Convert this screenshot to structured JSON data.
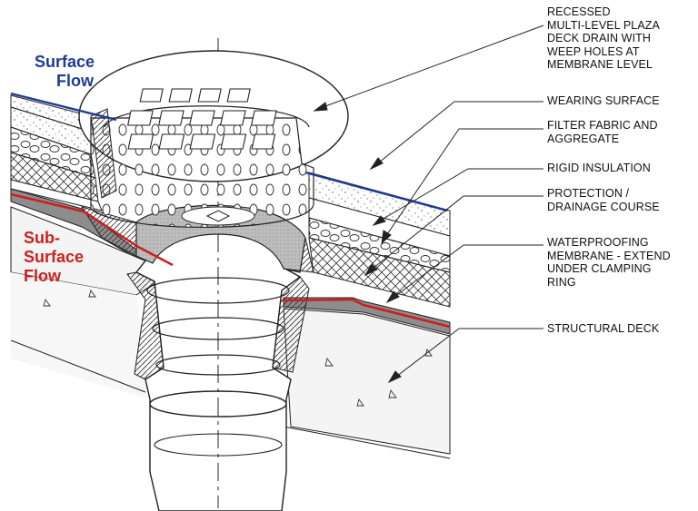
{
  "flow_labels": {
    "surface": [
      "Surface",
      "Flow"
    ],
    "subsurface": [
      "Sub-",
      "Surface",
      "Flow"
    ]
  },
  "callouts": [
    {
      "lines": [
        "RECESSED",
        "MULTI-LEVEL PLAZA",
        "DECK DRAIN WITH",
        "WEEP HOLES AT",
        "MEMBRANE LEVEL"
      ]
    },
    {
      "lines": [
        "WEARING SURFACE"
      ]
    },
    {
      "lines": [
        "FILTER FABRIC AND",
        "AGGREGATE"
      ]
    },
    {
      "lines": [
        "RIGID INSULATION"
      ]
    },
    {
      "lines": [
        "PROTECTION /",
        "DRAINAGE COURSE"
      ]
    },
    {
      "lines": [
        "WATERPROOFING",
        "MEMBRANE - EXTEND",
        "UNDER CLAMPING",
        "RING"
      ]
    },
    {
      "lines": [
        "STRUCTURAL DECK"
      ]
    }
  ],
  "colors": {
    "surface_flow": "#1f3a93",
    "subsurface_flow": "#cc1f1f",
    "line": "#222222"
  }
}
